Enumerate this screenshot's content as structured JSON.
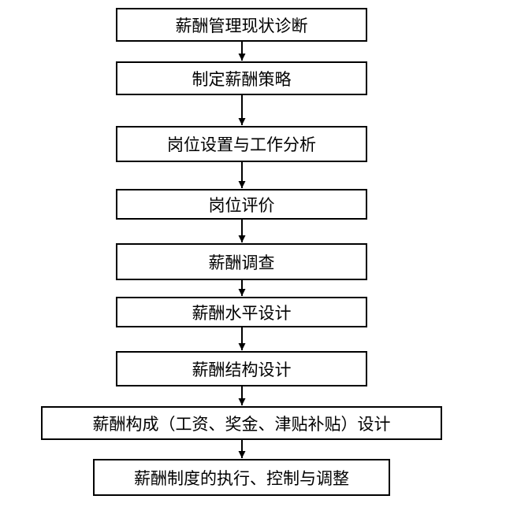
{
  "flowchart": {
    "steps": [
      {
        "label": "薪酬管理现状诊断"
      },
      {
        "label": "制定薪酬策略"
      },
      {
        "label": "岗位设置与工作分析"
      },
      {
        "label": "岗位评价"
      },
      {
        "label": "薪酬调查"
      },
      {
        "label": "薪酬水平设计"
      },
      {
        "label": "薪酬结构设计"
      },
      {
        "label": "薪酬构成（工资、奖金、津贴补贴）设计"
      },
      {
        "label": "薪酬制度的执行、控制与调整"
      }
    ],
    "connector": "arrow-down"
  }
}
